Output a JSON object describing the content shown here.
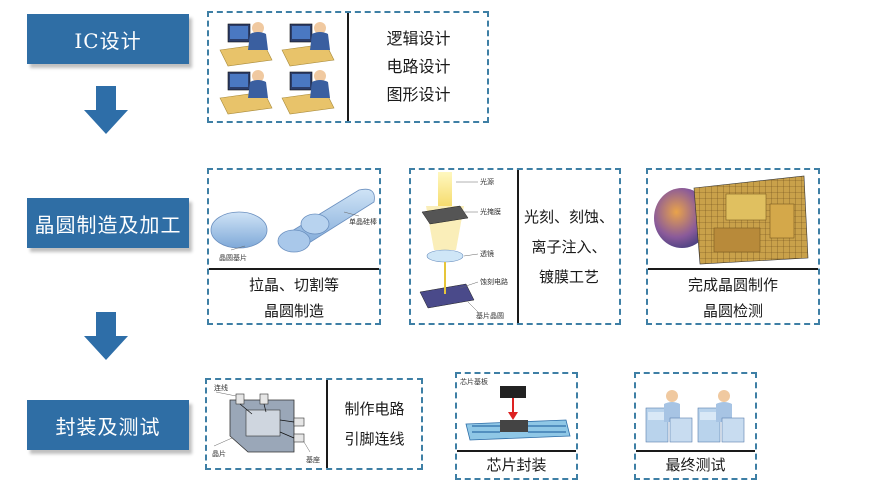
{
  "stages": {
    "ic_design": "IC设计",
    "wafer": "晶圆制造及加工",
    "package": "封装及测试"
  },
  "ic_design_box": {
    "lines": [
      "逻辑设计",
      "电路设计",
      "图形设计"
    ]
  },
  "wafer_box1": {
    "caption_lines": [
      "拉晶、切割等",
      "晶圆制造"
    ],
    "labels": {
      "rod": "单晶硅棒",
      "slice": "晶圆基片"
    }
  },
  "wafer_box2": {
    "lines": [
      "光刻、刻蚀、",
      "离子注入、",
      "镀膜工艺"
    ],
    "labels": {
      "light": "光源",
      "mask": "光掩膜",
      "lens": "透镜",
      "circuit": "蚀刻电路",
      "wafer": "基片晶圆"
    }
  },
  "wafer_box3": {
    "caption_lines": [
      "完成晶圆制作",
      "晶圆检测"
    ]
  },
  "package_box1": {
    "lines": [
      "制作电路",
      "引脚连线"
    ],
    "labels": {
      "wire": "连线",
      "chip": "晶片",
      "base": "基座"
    }
  },
  "package_box2": {
    "caption": "芯片封装",
    "labels": {
      "top": "芯片基板"
    }
  },
  "package_box3": {
    "caption": "最终测试"
  },
  "colors": {
    "stage_bg": "#2f6ea5",
    "arrow": "#2e6ea8",
    "dashed_border": "#3e7fa5"
  }
}
